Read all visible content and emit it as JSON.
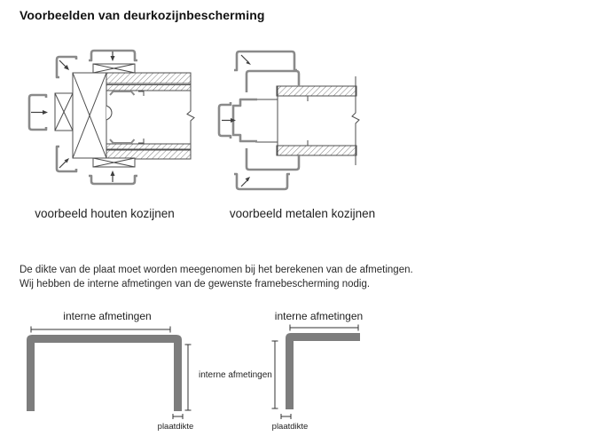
{
  "page": {
    "title": "Voorbeelden van deurkozijnbescherming",
    "background": "#ffffff"
  },
  "examples": {
    "wooden": {
      "caption": "voorbeeld houten kozijnen"
    },
    "metal": {
      "caption": "voorbeeld metalen kozijnen"
    }
  },
  "intro": {
    "line1": "De dikte van de plaat moet worden meegenomen bij het berekenen van de afmetingen.",
    "line2": "Wij hebben de interne afmetingen van de gewenste framebescherming nodig."
  },
  "profiles": {
    "u_profile": {
      "top_dimension_label": "interne afmetingen",
      "side_dimension_label": "interne afmetingen",
      "thickness_label": "plaatdikte"
    },
    "l_profile": {
      "top_dimension_label": "interne afmetingen",
      "thickness_label": "plaatdikte"
    }
  },
  "colors": {
    "protection_plate_gray": "#7d7d7d",
    "bracket_gray": "#8a8a8a",
    "drawing_line": "#4d4d4d",
    "text": "#1d1d1d"
  }
}
